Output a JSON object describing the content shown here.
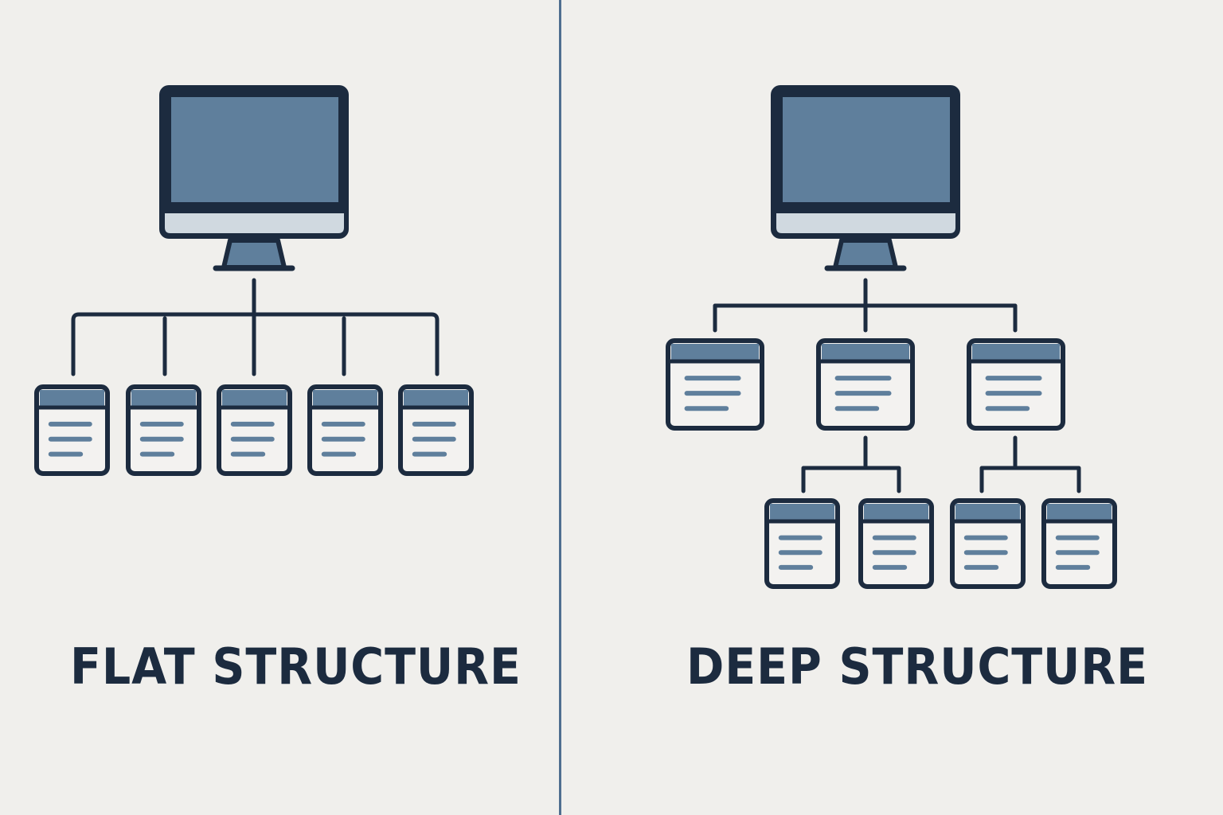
{
  "panels": [
    {
      "id": "flat",
      "title": "FLAT STRUCTURE",
      "root": "computer-monitor",
      "children_count": 5,
      "levels": 1
    },
    {
      "id": "deep",
      "title": "DEEP STRUCTURE",
      "root": "computer-monitor",
      "children_count": 3,
      "grandchildren_per_child": [
        0,
        2,
        2
      ],
      "levels": 2
    }
  ],
  "colors": {
    "background": "#f0efec",
    "outline": "#1c2b3f",
    "screen": "#5f7f9c",
    "bezel": "#d0d9e0",
    "page": "#f3f2f0",
    "divider": "#4f6e90"
  },
  "icons": {
    "root": "monitor-icon",
    "node": "document-window-icon"
  }
}
